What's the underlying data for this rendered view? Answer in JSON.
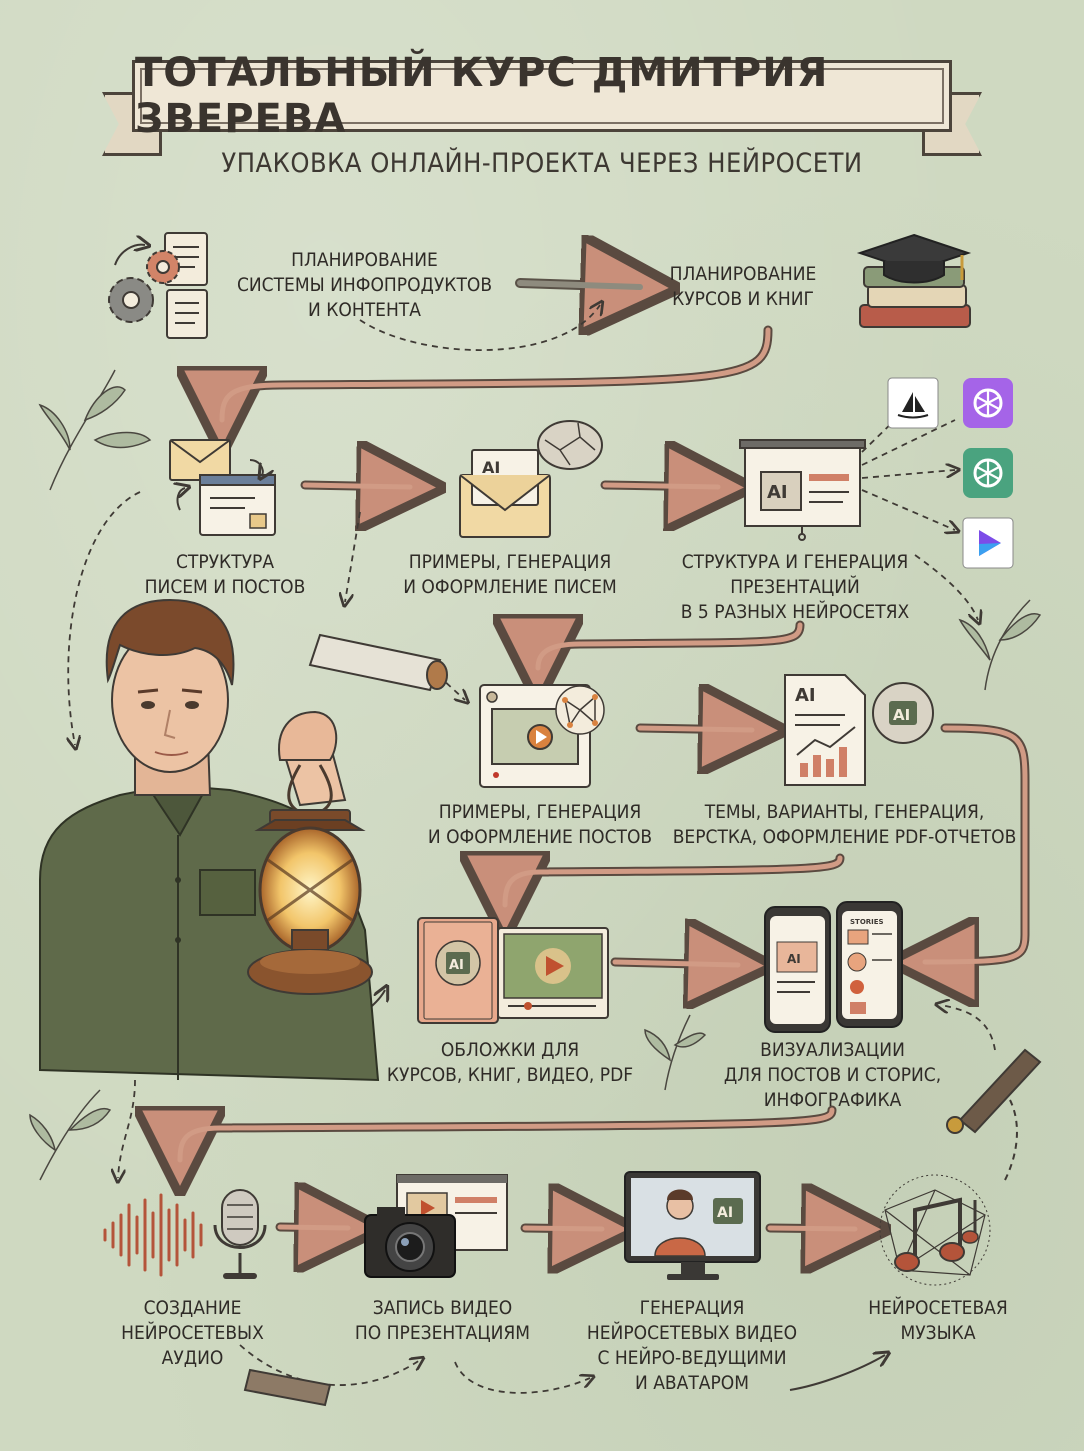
{
  "title": "ТОТАЛЬНЫЙ КУРС ДМИТРИЯ ЗВЕРЕВА",
  "subtitle": "УПАКОВКА ОНЛАЙН-ПРОЕКТА ЧЕРЕЗ НЕЙРОСЕТИ",
  "steps": {
    "planning_system": [
      "ПЛАНИРОВАНИЕ",
      "СИСТЕМЫ ИНФОПРОДУКТОВ",
      "И КОНТЕНТА"
    ],
    "planning_courses": [
      "ПЛАНИРОВАНИЕ",
      "КУРСОВ И КНИГ"
    ],
    "letters_structure": [
      "СТРУКТУРА",
      "ПИСЕМ И ПОСТОВ"
    ],
    "letters_generation": [
      "ПРИМЕРЫ, ГЕНЕРАЦИЯ",
      "И ОФОРМЛЕНИЕ ПИСЕМ"
    ],
    "presentations": [
      "СТРУКТУРА И ГЕНЕРАЦИЯ",
      "ПРЕЗЕНТАЦИЙ",
      "В 5 РАЗНЫХ НЕЙРОСЕТЯХ"
    ],
    "posts": [
      "ПРИМЕРЫ, ГЕНЕРАЦИЯ",
      "И ОФОРМЛЕНИЕ ПОСТОВ"
    ],
    "pdf_reports": [
      "ТЕМЫ, ВАРИАНТЫ, ГЕНЕРАЦИЯ,",
      "ВЕРСТКА, ОФОРМЛЕНИЕ PDF-ОТЧЕТОВ"
    ],
    "covers": [
      "ОБЛОЖКИ ДЛЯ",
      "КУРСОВ, КНИГ, ВИДЕО, PDF"
    ],
    "visualizations": [
      "ВИЗУАЛИЗАЦИИ",
      "ДЛЯ ПОСТОВ И СТОРИС,",
      "ИНФОГРАФИКА"
    ],
    "audio": [
      "СОЗДАНИЕ",
      "НЕЙРОСЕТЕВЫХ",
      "АУДИО"
    ],
    "video_recording": [
      "ЗАПИСЬ ВИДЕО",
      "ПО ПРЕЗЕНТАЦИЯМ"
    ],
    "ai_video": [
      "ГЕНЕРАЦИЯ",
      "НЕЙРОСЕТЕВЫХ ВИДЕО",
      "С НЕЙРО-ВЕДУЩИМИ",
      "И АВАТАРОМ"
    ],
    "music": [
      "НЕЙРОСЕТЕВАЯ",
      "МУЗЫКА"
    ]
  },
  "icon_labels": {
    "ai": "AI",
    "stories": "STORIES"
  },
  "colors": {
    "background": "#cfd9c1",
    "arrow_solid": "#c98f7a",
    "arrow_outline": "#5a4a40",
    "label_blob": "#f8f0de",
    "banner": "#efe7d6"
  },
  "icons": [
    "gears-documents-icon",
    "graduation-books-icon",
    "envelope-browser-icon",
    "ai-envelope-brain-icon",
    "ai-presentation-board-icon",
    "sail-logo-icon",
    "openai-purple-icon",
    "openai-green-icon",
    "play-gradient-icon",
    "video-post-network-icon",
    "ai-report-chart-icon",
    "ai-book-video-covers-icon",
    "phone-stories-icon",
    "soundwave-microphone-icon",
    "camera-presentation-icon",
    "ai-monitor-presenter-icon",
    "music-network-icon",
    "man-with-lantern-illustration"
  ]
}
